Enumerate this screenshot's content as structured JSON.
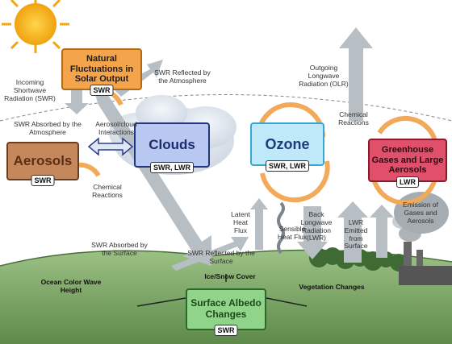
{
  "boxes": {
    "solar": {
      "title": "Natural Fluctuations in Solar Output",
      "tag": "SWR",
      "color": "#f4a44a"
    },
    "aerosols": {
      "title": "Aerosols",
      "tag": "SWR",
      "color": "#c5875c"
    },
    "clouds": {
      "title": "Clouds",
      "tag": "SWR, LWR",
      "color": "#b8c8f0"
    },
    "ozone": {
      "title": "Ozone",
      "tag": "SWR, LWR",
      "color": "#bfe8f8"
    },
    "ghg": {
      "title": "Greenhouse Gases and Large Aerosols",
      "tag": "LWR",
      "color": "#e0506a"
    },
    "albedo": {
      "title": "Surface Albedo Changes",
      "tag": "SWR",
      "color": "#8fd488"
    }
  },
  "labels": {
    "incoming_swr": "Incoming Shortwave Radiation (SWR)",
    "swr_reflected_atm": "SWR Reflected by the Atmosphere",
    "outgoing_lwr": "Outgoing Longwave Radiation (OLR)",
    "swr_absorbed_atm": "SWR Absorbed by the Atmosphere",
    "aerosol_cloud": "Aerosol/cloud Interactions",
    "chem_reactions_left": "Chemical Reactions",
    "chem_reactions_right": "Chemical Reactions",
    "swr_absorbed_surface": "SWR Absorbed by the Surface",
    "swr_reflected_surface": "SWR Reflected by the Surface",
    "latent_heat": "Latent Heat Flux",
    "sensible_heat": "Sensible Heat Flux",
    "back_lwr": "Back Longwave Radiation (LWR)",
    "lwr_emitted": "LWR Emitted from Surface",
    "emission": "Emission of Gases and Aerosols",
    "ocean_color": "Ocean Color Wave Height",
    "ice_snow": "Ice/Snow Cover",
    "vegetation": "Vegetation Changes"
  },
  "colors": {
    "sun": "#f6b820",
    "arrow": "#b7bec4",
    "ground": "#7fa96a",
    "dark_ground": "#4a6e3a",
    "cycle": "#f2a95a"
  }
}
